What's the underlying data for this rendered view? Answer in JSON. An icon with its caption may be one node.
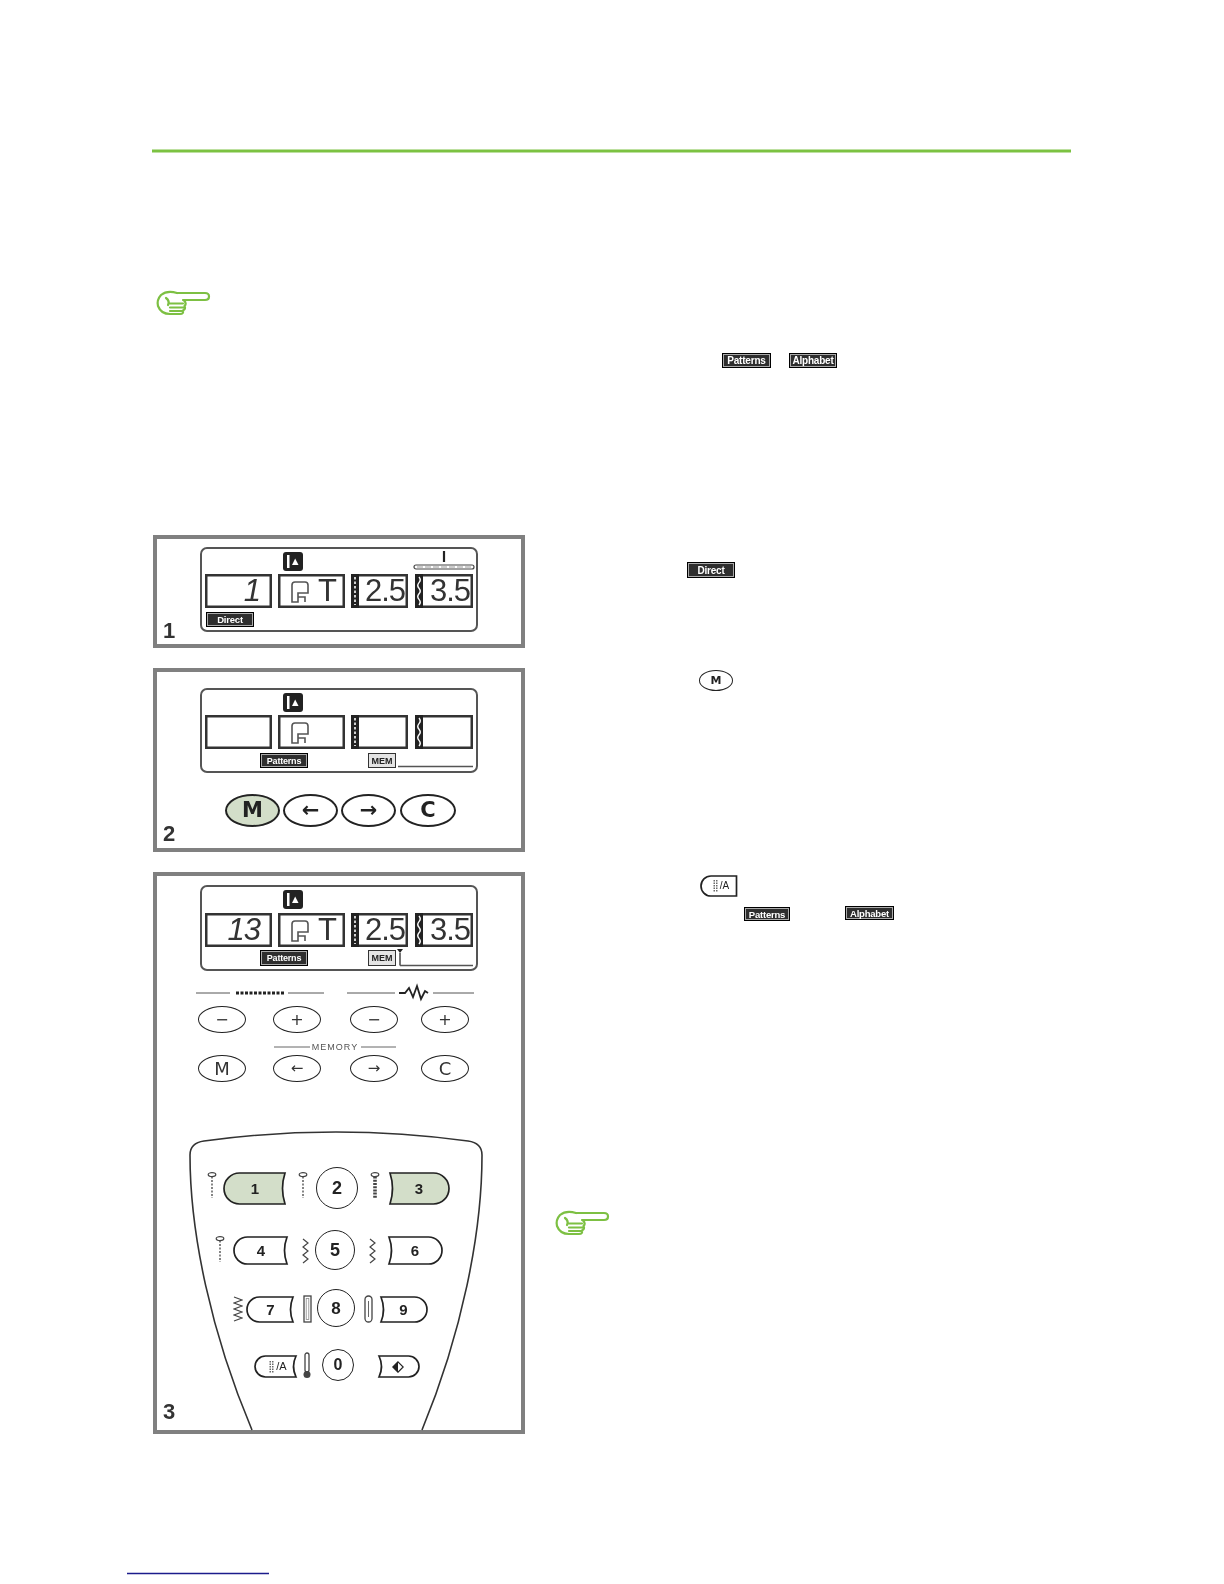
{
  "diagram": {
    "nodes": [
      {
        "text": [
          "Patterns"
        ]
      },
      {
        "text": [
          "Alphabet"
        ]
      },
      {
        "text": [
          "1"
        ]
      },
      {
        "text": [],
        "shape": "box",
        "in": 2
      },
      {
        "text": [
          "1"
        ],
        "in": 3
      },
      {
        "text": [
          "T"
        ],
        "in": 3
      },
      {
        "text": [
          "2.5"
        ],
        "in": 3
      },
      {
        "text": [
          "3.5"
        ],
        "in": 3
      },
      {
        "text": [
          "Direct"
        ],
        "in": 3
      },
      {
        "text": [
          "2"
        ]
      },
      {
        "text": [],
        "shape": "box",
        "in": 9
      },
      {
        "text": [],
        "shape": "box",
        "in": 10
      },
      {
        "text": [],
        "shape": "box",
        "in": 10
      },
      {
        "text": [],
        "shape": "box",
        "in": 10
      },
      {
        "text": [],
        "shape": "box",
        "in": 10
      },
      {
        "text": [
          "Patterns"
        ],
        "in": 10
      },
      {
        "text": [
          "MEM"
        ],
        "in": 10
      },
      {
        "text": [
          "M"
        ],
        "in": 9
      },
      {
        "text": [
          "←"
        ],
        "in": 9
      },
      {
        "text": [
          "→"
        ],
        "in": 9
      },
      {
        "text": [
          "C"
        ],
        "in": 9
      },
      {
        "text": [
          "3"
        ]
      },
      {
        "text": [],
        "shape": "box",
        "in": 21
      },
      {
        "text": [
          "13"
        ],
        "in": 22
      },
      {
        "text": [
          "T"
        ],
        "in": 22
      },
      {
        "text": [
          "2.5"
        ],
        "in": 22
      },
      {
        "text": [
          "3.5"
        ],
        "in": 22
      },
      {
        "text": [
          "Patterns"
        ],
        "in": 22
      },
      {
        "text": [
          "MEM"
        ],
        "in": 22
      },
      {
        "text": [
          "−"
        ],
        "in": 21
      },
      {
        "text": [
          "+"
        ],
        "in": 21
      },
      {
        "text": [
          "−"
        ],
        "in": 21
      },
      {
        "text": [
          "+"
        ],
        "in": 21
      },
      {
        "text": [
          "M"
        ],
        "in": 21
      },
      {
        "text": [
          "←"
        ],
        "in": 21
      },
      {
        "text": [
          "→"
        ],
        "in": 21
      },
      {
        "text": [
          "C"
        ],
        "in": 21
      },
      {
        "text": [],
        "shape": "box",
        "in": 21
      },
      {
        "text": [
          "1"
        ],
        "in": 37
      },
      {
        "text": [
          "2"
        ],
        "in": 37
      },
      {
        "text": [
          "3"
        ],
        "in": 37
      },
      {
        "text": [
          "4"
        ],
        "in": 37
      },
      {
        "text": [
          "5"
        ],
        "in": 37
      },
      {
        "text": [
          "6"
        ],
        "in": 37
      },
      {
        "text": [
          "7"
        ],
        "in": 37
      },
      {
        "text": [
          "8"
        ],
        "in": 37
      },
      {
        "text": [
          "9"
        ],
        "in": 37
      },
      {
        "text": [
          "/A"
        ],
        "in": 37
      },
      {
        "text": [
          "0"
        ],
        "in": 37
      },
      {
        "text": [],
        "shape": "box",
        "in": 37
      },
      {
        "text": [
          "Direct"
        ]
      },
      {
        "text": [
          "M"
        ]
      },
      {
        "text": [
          "/A"
        ]
      },
      {
        "text": [
          "Patterns"
        ]
      },
      {
        "text": [
          "Alphabet"
        ]
      }
    ],
    "labels": [
      "MEMORY"
    ]
  }
}
